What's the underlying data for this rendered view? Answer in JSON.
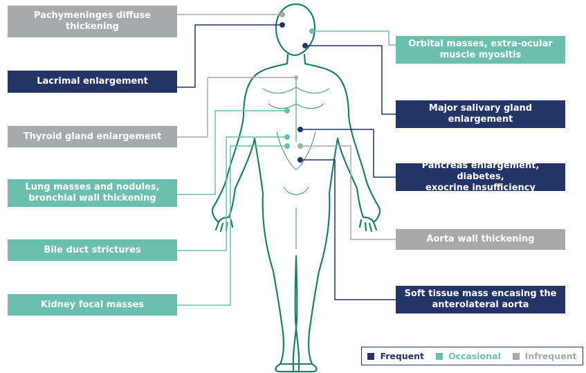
{
  "colors": {
    "frequent": "#233566",
    "occasional": "#6cbfac",
    "infrequent": "#a7aaaa",
    "body_outline": "#1f7f68"
  },
  "labels": {
    "pachymeninges": "Pachymeninges diffuse\nthickening",
    "lacrimal": "Lacrimal enlargement",
    "thyroid": "Thyroid gland enlargement",
    "lung": "Lung masses and nodules,\nbronchial wall thickening",
    "bile_duct": "Bile duct strictures",
    "kidney": "Kidney focal masses",
    "orbital": "Orbital masses, extra-ocular\nmuscle myositis",
    "salivary": "Major salivary gland\nenlargement",
    "pancreas": "Pancreas enlargement, diabetes,\nexocrine insufficiency",
    "aorta": "Aorta wall thickening",
    "soft_tissue": "Soft tissue mass encasing the\nanterolateral aorta"
  },
  "legend": {
    "frequent": "Frequent",
    "occasional": "Occasional",
    "infrequent": "Infrequent"
  }
}
